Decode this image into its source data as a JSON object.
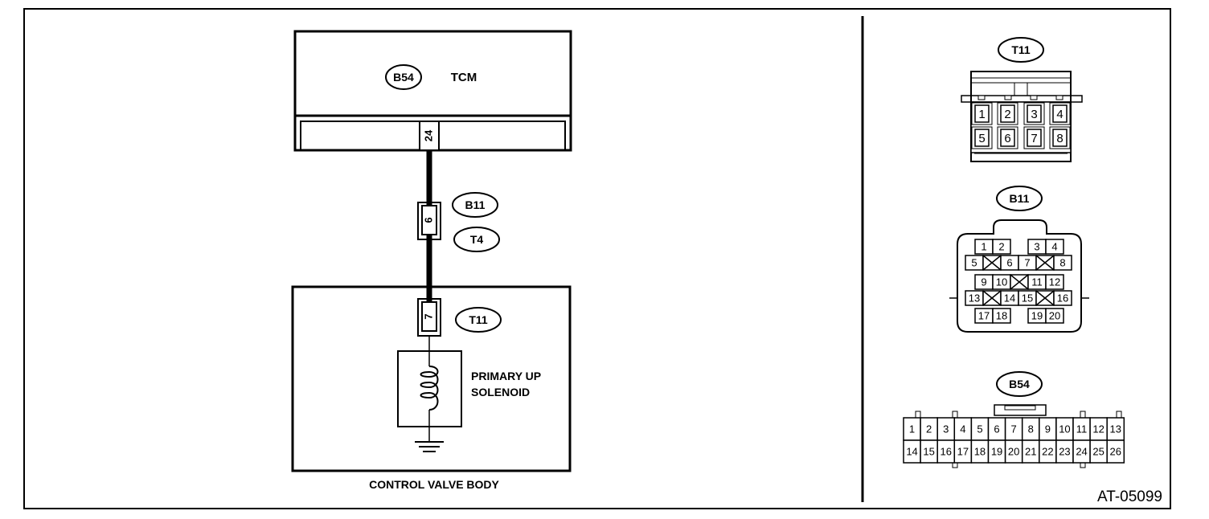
{
  "tcm": {
    "connector": "B54",
    "name": "TCM",
    "pin": "24"
  },
  "junction": {
    "connector_a": "B11",
    "connector_b": "T4",
    "pin": "6"
  },
  "valve_body": {
    "connector": "T11",
    "pin": "7",
    "solenoid_line1": "PRIMARY UP",
    "solenoid_line2": "SOLENOID",
    "label": "CONTROL VALVE BODY"
  },
  "connectors": {
    "t11": {
      "title": "T11",
      "pins": [
        "1",
        "2",
        "3",
        "4",
        "5",
        "6",
        "7",
        "8"
      ]
    },
    "b11": {
      "title": "B11",
      "pins": [
        "1",
        "2",
        "3",
        "4",
        "5",
        "6",
        "7",
        "8",
        "9",
        "10",
        "11",
        "12",
        "13",
        "14",
        "15",
        "16",
        "17",
        "18",
        "19",
        "20"
      ]
    },
    "b54": {
      "title": "B54",
      "pins": [
        "1",
        "2",
        "3",
        "4",
        "5",
        "6",
        "7",
        "8",
        "9",
        "10",
        "11",
        "12",
        "13",
        "14",
        "15",
        "16",
        "17",
        "18",
        "19",
        "20",
        "21",
        "22",
        "23",
        "24",
        "25",
        "26"
      ]
    }
  },
  "figure_id": "AT-05099"
}
